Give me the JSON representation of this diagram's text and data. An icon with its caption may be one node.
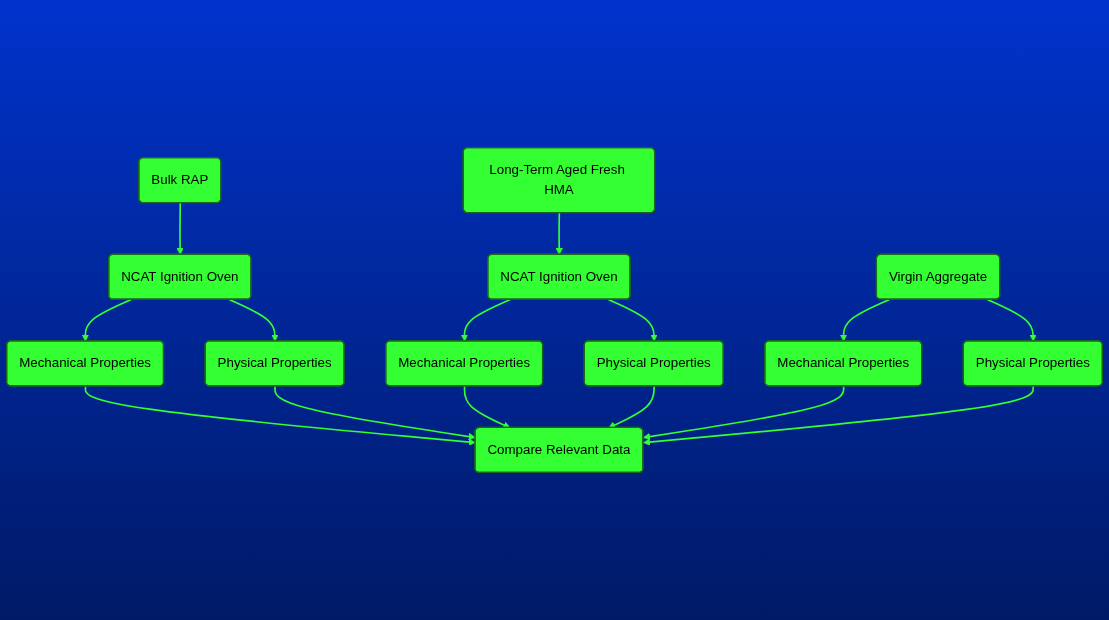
{
  "diagram": {
    "nodes": [
      {
        "text": [
          "Bulk RAP"
        ]
      },
      {
        "text": [
          "Long-Term Aged Fresh HMA"
        ]
      },
      {
        "text": [
          "Virgin Aggregate"
        ]
      },
      {
        "text": [
          "NCAT Ignition Oven"
        ]
      },
      {
        "text": [
          "NCAT Ignition Oven"
        ]
      },
      {
        "text": [
          "Mechanical Properties"
        ]
      },
      {
        "text": [
          "Physical Properties"
        ]
      },
      {
        "text": [
          "Mechanical Properties"
        ]
      },
      {
        "text": [
          "Physical Properties"
        ]
      },
      {
        "text": [
          "Mechanical Properties"
        ]
      },
      {
        "text": [
          "Physical Properties"
        ]
      },
      {
        "text": [
          "Compare Relevant Data"
        ]
      }
    ],
    "edges": [
      {
        "from": 0,
        "to": 3,
        "arrow": "to"
      },
      {
        "from": 1,
        "to": 4,
        "arrow": "to"
      },
      {
        "from": 3,
        "to": 5,
        "arrow": "to"
      },
      {
        "from": 3,
        "to": 6,
        "arrow": "to"
      },
      {
        "from": 4,
        "to": 7,
        "arrow": "to"
      },
      {
        "from": 4,
        "to": 8,
        "arrow": "to"
      },
      {
        "from": 2,
        "to": 9,
        "arrow": "to"
      },
      {
        "from": 2,
        "to": 10,
        "arrow": "to"
      },
      {
        "from": 5,
        "to": 11,
        "arrow": "to"
      },
      {
        "from": 6,
        "to": 11,
        "arrow": "to"
      },
      {
        "from": 7,
        "to": 11,
        "arrow": "to"
      },
      {
        "from": 8,
        "to": 11,
        "arrow": "to"
      },
      {
        "from": 9,
        "to": 11,
        "arrow": "to"
      },
      {
        "from": 10,
        "to": 11,
        "arrow": "to"
      }
    ]
  }
}
